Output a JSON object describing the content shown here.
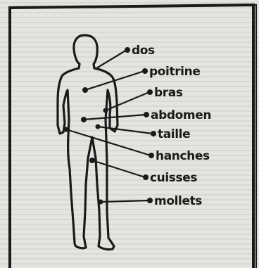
{
  "labels": {
    "dos": "dos",
    "poitrine": "poitrine",
    "bras": "bras",
    "abdomen": "abdomen",
    "taille": "taille",
    "hanches": "hanches",
    "cuisses": "cuisses",
    "mollets": "mollets"
  },
  "colors": {
    "ink": "#1a1a1a",
    "paper": "#e4e4e0",
    "scanline": "#bdbdb8"
  }
}
